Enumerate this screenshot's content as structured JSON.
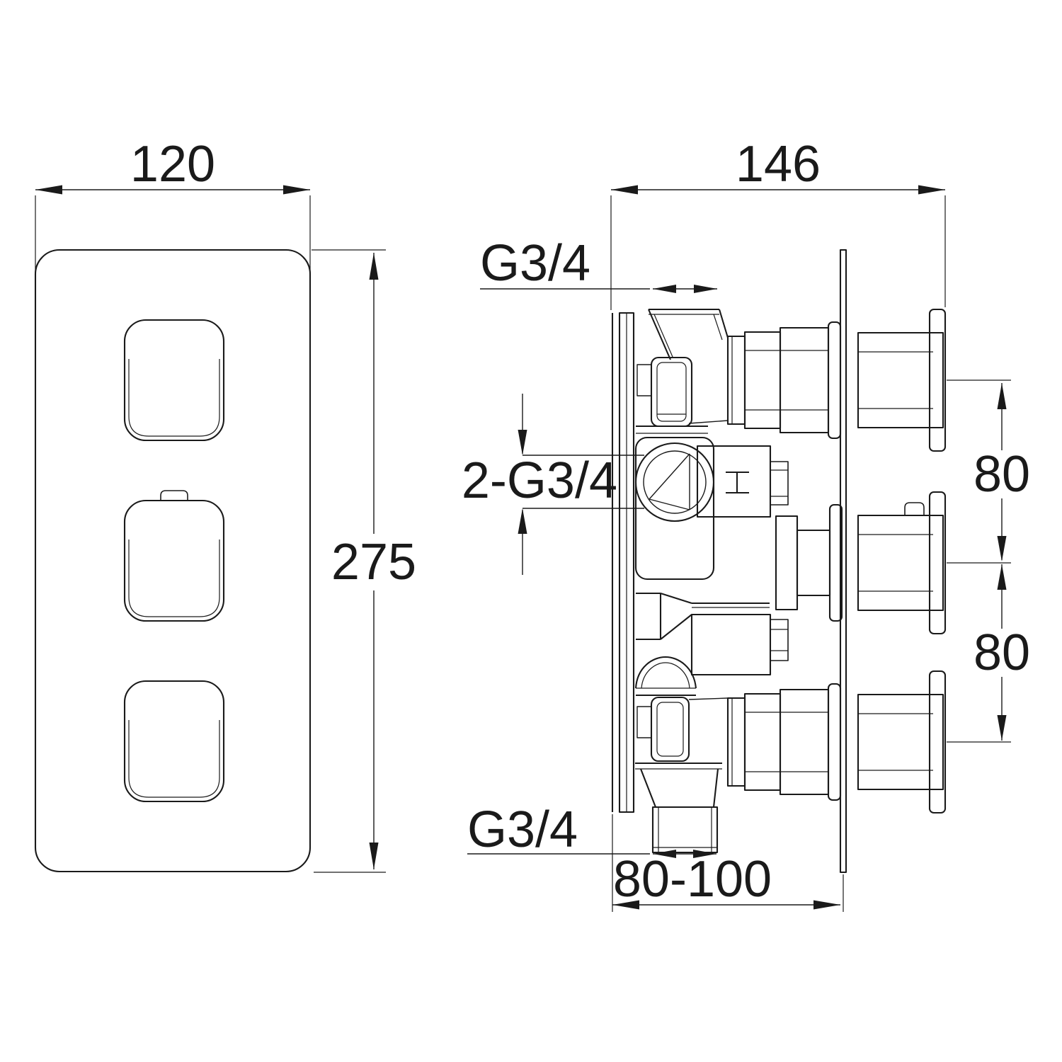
{
  "diagram": {
    "background_color": "#ffffff",
    "line_color": "#1a1a1a",
    "front_view": {
      "width_dim": "120",
      "height_dim": "275"
    },
    "side_view": {
      "depth_dim": "146",
      "top_port_thread": "G3/4",
      "middle_port_thread": "2-G3/4",
      "bottom_port_thread": "G3/4",
      "upper_spacing_dim": "80",
      "lower_spacing_dim": "80",
      "install_depth_dim": "80-100"
    }
  }
}
